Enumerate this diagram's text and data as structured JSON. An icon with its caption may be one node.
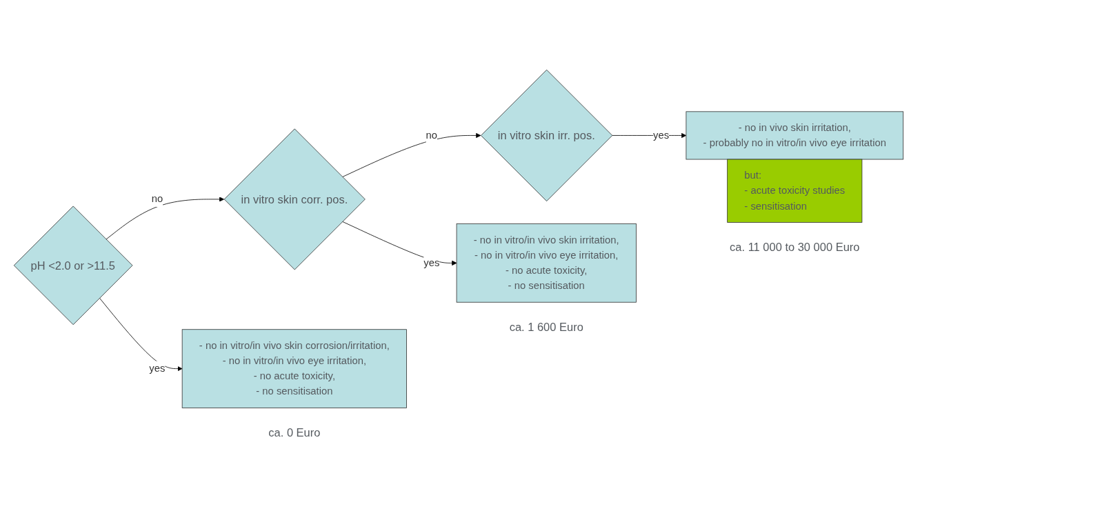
{
  "diagram": {
    "nodes": [
      {
        "text": [
          "pH <2.0 or >11.5"
        ]
      },
      {
        "text": [
          "in vitro skin corr. pos."
        ]
      },
      {
        "text": [
          "in vitro skin irr. pos."
        ]
      },
      {
        "text": [
          "- no in vitro/in vivo skin corrosion/irritation,",
          "- no in vitro/in vivo eye irritation,",
          "- no acute toxicity,",
          "- no sensitisation"
        ],
        "beside": [
          "ca. 0 Euro"
        ]
      },
      {
        "text": [
          "- no in vitro/in vivo skin irritation,",
          "- no in vitro/in vivo eye irritation,",
          "- no acute toxicity,",
          "- no sensitisation"
        ],
        "beside": [
          "ca. 1 600 Euro"
        ]
      },
      {
        "text": [
          "- no in vivo skin irritation,",
          "- probably no in vitro/in vivo eye irritation"
        ]
      },
      {
        "text": [
          "but:",
          "- acute toxicity studies",
          "- sensitisation"
        ],
        "beside": [
          "ca. 11 000 to 30 000 Euro"
        ]
      }
    ],
    "edges": [
      {
        "from": 0,
        "to": 1,
        "arrow": "to",
        "label": "no"
      },
      {
        "from": 1,
        "to": 2,
        "arrow": "to",
        "label": "no"
      },
      {
        "from": 0,
        "to": 3,
        "arrow": "to",
        "label": "yes"
      },
      {
        "from": 1,
        "to": 4,
        "arrow": "to",
        "label": "yes"
      },
      {
        "from": 2,
        "to": 5,
        "arrow": "to",
        "label": "yes"
      }
    ]
  }
}
